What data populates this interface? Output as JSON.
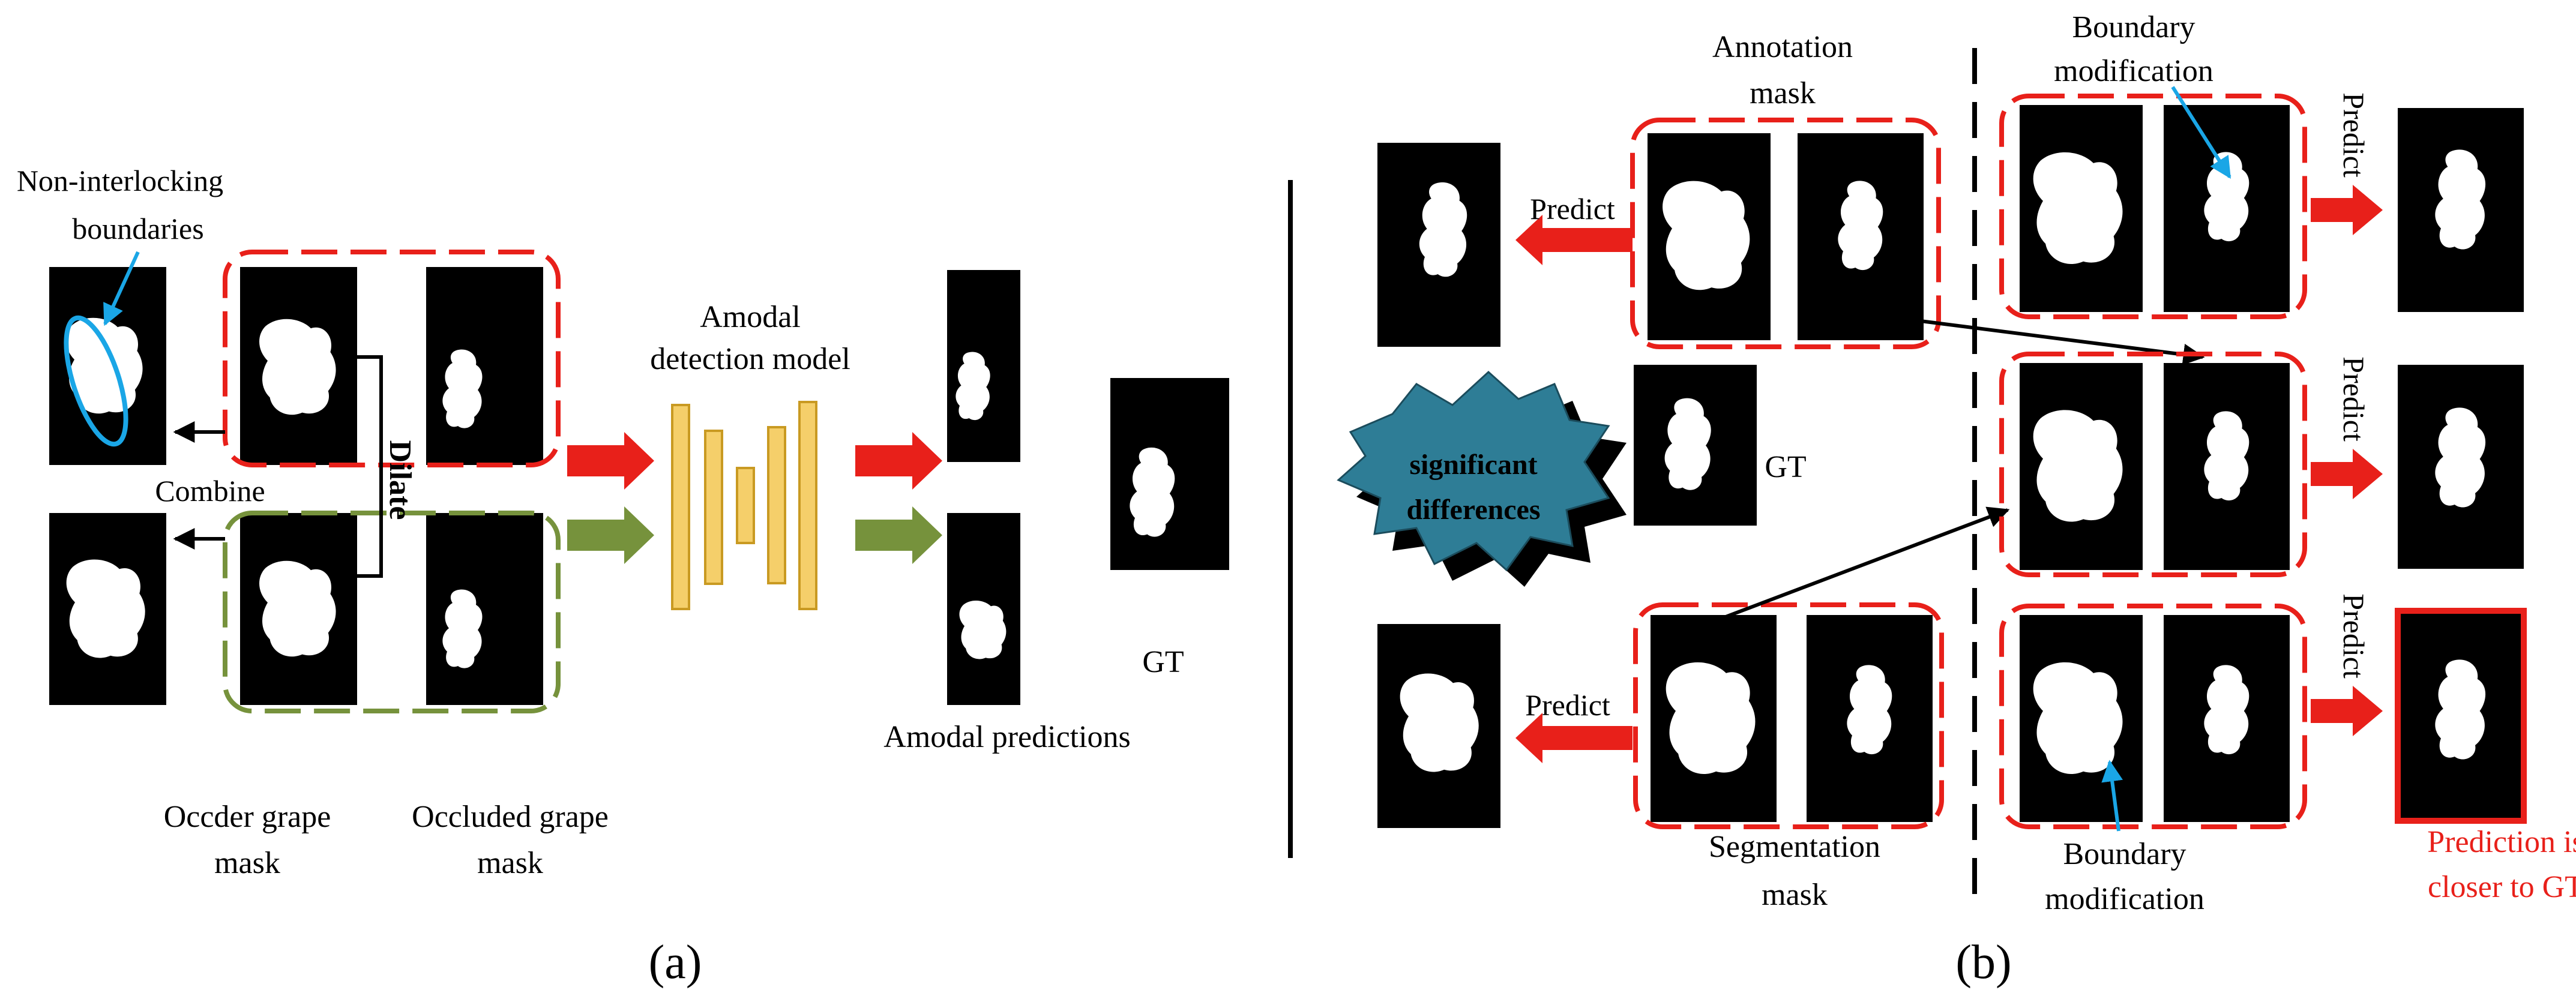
{
  "panel_a": {
    "label_boundaries": [
      "Non-interlocking",
      "boundaries"
    ],
    "label_combine": "Combine",
    "label_dilate": "Dilate",
    "label_model": [
      "Amodal",
      "detection model"
    ],
    "label_amodal_predictions": "Amodal predictions",
    "label_gt": "GT",
    "label_occluder": [
      "Occder grape",
      "mask"
    ],
    "label_occluded": [
      "Occluded grape",
      "mask"
    ],
    "caption": "(a)"
  },
  "panel_b": {
    "label_annotation": [
      "Annotation",
      "mask"
    ],
    "label_segmentation": [
      "Segmentation",
      "mask"
    ],
    "label_gt": "GT",
    "label_predict": "Predict",
    "label_significant": [
      "significant",
      "differences"
    ],
    "label_boundary_mod_top": [
      "Boundary",
      "modification"
    ],
    "label_boundary_mod_bottom": [
      "Boundary",
      "modification"
    ],
    "label_closer": [
      "Prediction is",
      "closer to GT"
    ],
    "caption": "(b)"
  },
  "colors": {
    "red": "#e8201a",
    "green": "#76923c",
    "blue": "#1aa6e6",
    "teal": "#2e7d96",
    "yellow": "#f5cf6a",
    "yellow_stroke": "#c99a22"
  }
}
